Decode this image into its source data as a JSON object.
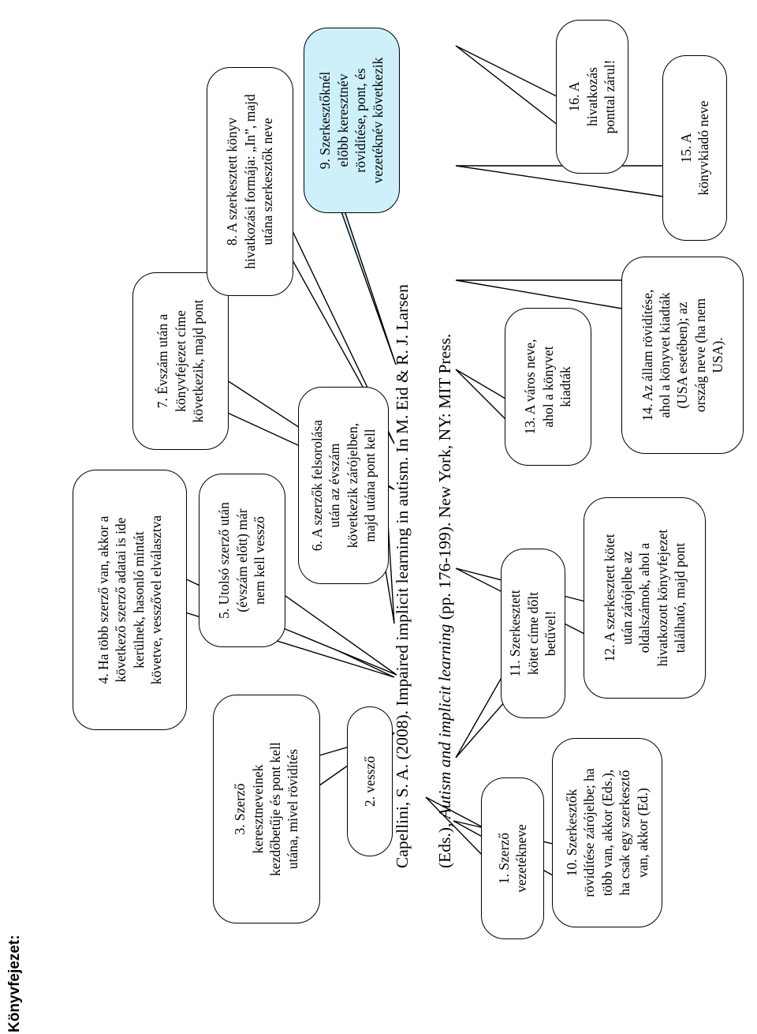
{
  "heading": "Könyvfejezet:",
  "citation": {
    "line1": "Capellini, S. A. (2008). Impaired implicit learning in autism. In M. Eid & R. J. Larsen",
    "line2_prefix": "(Eds.), ",
    "line2_title": "Autism and implicit learning",
    "line2_suffix": " (pp. 176-199). New York, NY: MIT Press."
  },
  "callouts": {
    "c1": "1. Szerző\nvezetékneve",
    "c2": "2. vessző",
    "c3": "3. Szerző\nkeresztneveinek\nkezdőbetűje és pont kell\nutána, mivel rövidítés",
    "c4": "4. Ha több szerző van, akkor a\nkövetkező szerző adatai is ide\nkerülnek, hasonló mintát\nkövetve, vesszővel elválasztva",
    "c5": "5. Utolsó szerző után\n(évszám előtt) már\nnem kell vessző",
    "c6": "6. A szerzők felsorolása\nután az évszám\nkövetkezik zárójelben,\nmajd utána pont kell",
    "c7": "7. Évszám után a\nkönyvfejezet címe\nkövetkezik, majd pont",
    "c8": "8. A szerkesztett könyv\nhivatkozási formája: „In”, majd\nutána szerkesztők neve",
    "c9": "9. Szerkesztőknél\nelőbb keresztnév\nrövidítése, pont, és\nvezetéknév következik",
    "c10": "10. Szerkesztők\nrövidítése zárójelbe; ha\ntöbb van, akkor (Eds.),\nha csak egy szerkesztő\nvan, akkor (Ed.)",
    "c11": "11. Szerkesztett\nkötet címe dőlt\nbetűvel!",
    "c12": "12. A szerkesztett kötet\nután zárójelbe az\noldalszámok, ahol a\nhivatkozott könyvfejezet\ntalálható, majd pont",
    "c13": "13. A város neve,\nahol a könyvet\nkiadták",
    "c14": "14. Az állam rövidítése,\nahol a könyvet kiadták\n(USA esetében); az\nország neve (ha nem\nUSA).",
    "c15": "15. A\nkönyvkiadó neve",
    "c16": "16. A\nhivatkozás\nponttal zárul!"
  },
  "colors": {
    "bubble_fill": "#ffffff",
    "highlight_fill": "#cdf0fb",
    "stroke": "#000000"
  }
}
